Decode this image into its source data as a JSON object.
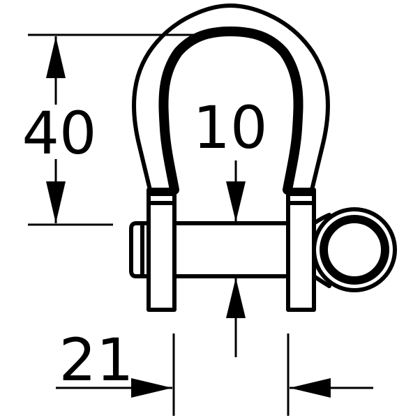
{
  "drawing": {
    "dimensions": {
      "height_label": "40",
      "pin_diameter_label": "10",
      "inner_width_label": "21"
    },
    "colors": {
      "line": "#000000",
      "background": "#ffffff"
    }
  }
}
